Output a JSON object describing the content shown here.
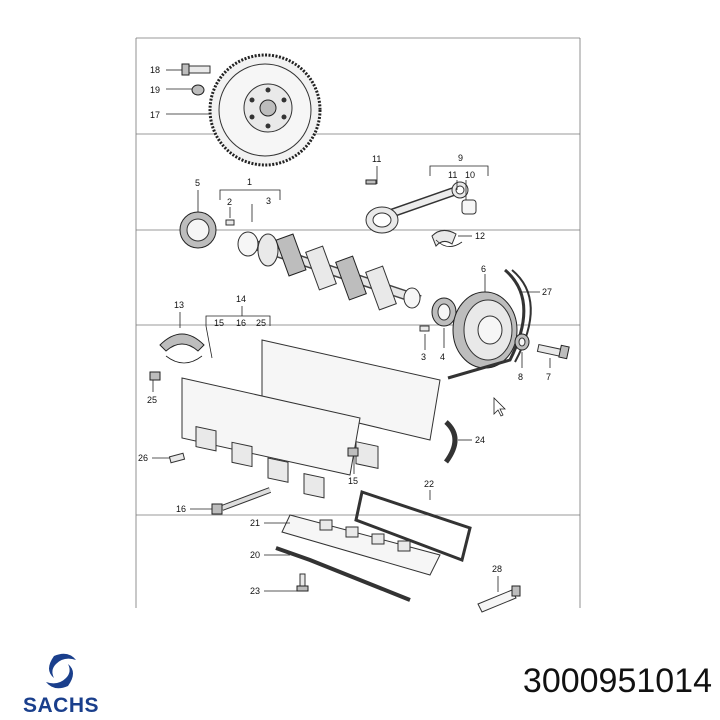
{
  "diagram": {
    "callouts": [
      {
        "id": "c18",
        "label": "18"
      },
      {
        "id": "c19",
        "label": "19"
      },
      {
        "id": "c17",
        "label": "17"
      },
      {
        "id": "c11a",
        "label": "11"
      },
      {
        "id": "c9",
        "label": "9"
      },
      {
        "id": "c11b",
        "label": "11"
      },
      {
        "id": "c10",
        "label": "10"
      },
      {
        "id": "c5",
        "label": "5"
      },
      {
        "id": "c1",
        "label": "1"
      },
      {
        "id": "c2a",
        "label": "2"
      },
      {
        "id": "c3a",
        "label": "3"
      },
      {
        "id": "c12",
        "label": "12"
      },
      {
        "id": "c6",
        "label": "6"
      },
      {
        "id": "c27",
        "label": "27"
      },
      {
        "id": "c13",
        "label": "13"
      },
      {
        "id": "c14",
        "label": "14"
      },
      {
        "id": "c15a",
        "label": "15"
      },
      {
        "id": "c16a",
        "label": "16"
      },
      {
        "id": "c25a",
        "label": "25"
      },
      {
        "id": "c3b",
        "label": "3"
      },
      {
        "id": "c4",
        "label": "4"
      },
      {
        "id": "c8",
        "label": "8"
      },
      {
        "id": "c7",
        "label": "7"
      },
      {
        "id": "c25b",
        "label": "25"
      },
      {
        "id": "c24",
        "label": "24"
      },
      {
        "id": "c26",
        "label": "26"
      },
      {
        "id": "c15b",
        "label": "15"
      },
      {
        "id": "c22",
        "label": "22"
      },
      {
        "id": "c16b",
        "label": "16"
      },
      {
        "id": "c21",
        "label": "21"
      },
      {
        "id": "c20",
        "label": "20"
      },
      {
        "id": "c28",
        "label": "28"
      },
      {
        "id": "c23",
        "label": "23"
      }
    ]
  },
  "brand": {
    "name": "SACHS",
    "color": "#1a3f8c"
  },
  "part_number": "3000951014"
}
